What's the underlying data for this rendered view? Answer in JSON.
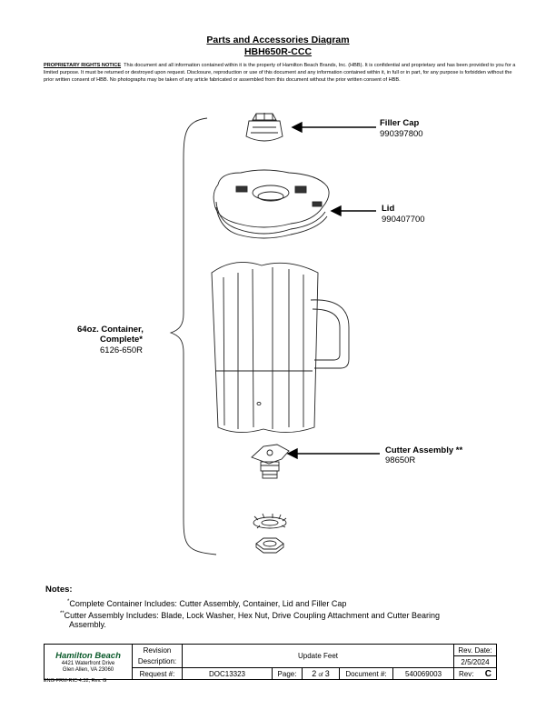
{
  "header": {
    "title": "Parts and Accessories Diagram",
    "model": "HBH650R-CCC"
  },
  "notice": {
    "heading": "PROPRIETARY RIGHTS NOTICE",
    "text": "This document and all information contained within it is the property of Hamilton Beach Brands, Inc. (HBB). It is confidential and proprietary and has been provided to you for a limited purpose. It must be returned or destroyed upon request. Disclosure, reproduction or use of this document and any information contained within it, in full or in part, for any purpose is forbidden without the prior written consent of HBB. No photographs may be taken of any article fabricated or assembled from this document without the prior written consent of HBB."
  },
  "parts": {
    "filler_cap": {
      "name": "Filler Cap",
      "number": "990397800"
    },
    "lid": {
      "name": "Lid",
      "number": "990407700"
    },
    "container": {
      "name_line1": "64oz. Container,",
      "name_line2": "Complete*",
      "number": "6126-650R"
    },
    "cutter": {
      "name": "Cutter Assembly **",
      "number": "98650R"
    }
  },
  "notes": {
    "heading": "Notes:",
    "note1_mark": "*",
    "note1": "Complete Container Includes: Cutter Assembly, Container, Lid and Filler Cap",
    "note2_mark": "**",
    "note2_line1": "Cutter Assembly Includes: Blade, Lock Washer, Hex Nut, Drive Coupling Attachment and Cutter Bearing",
    "note2_line2": "Assembly."
  },
  "title_block": {
    "company": "Hamilton Beach",
    "address1": "4421 Waterfront Drive",
    "address2": "Glen Allen, VA 23060",
    "revision_label": "Revision",
    "description_label": "Description:",
    "description": "Update Feet",
    "rev_date_label": "Rev. Date:",
    "rev_date": "2/5/2024",
    "request_label": "Request #:",
    "request": "DOC13323",
    "page_label": "Page:",
    "page_num": "2",
    "page_of": "of",
    "page_total": "3",
    "document_label": "Document #:",
    "document": "540069003",
    "rev_label": "Rev:",
    "rev": "C"
  },
  "footer": "ENG-FRM-RIC-4.32, Rev. G"
}
